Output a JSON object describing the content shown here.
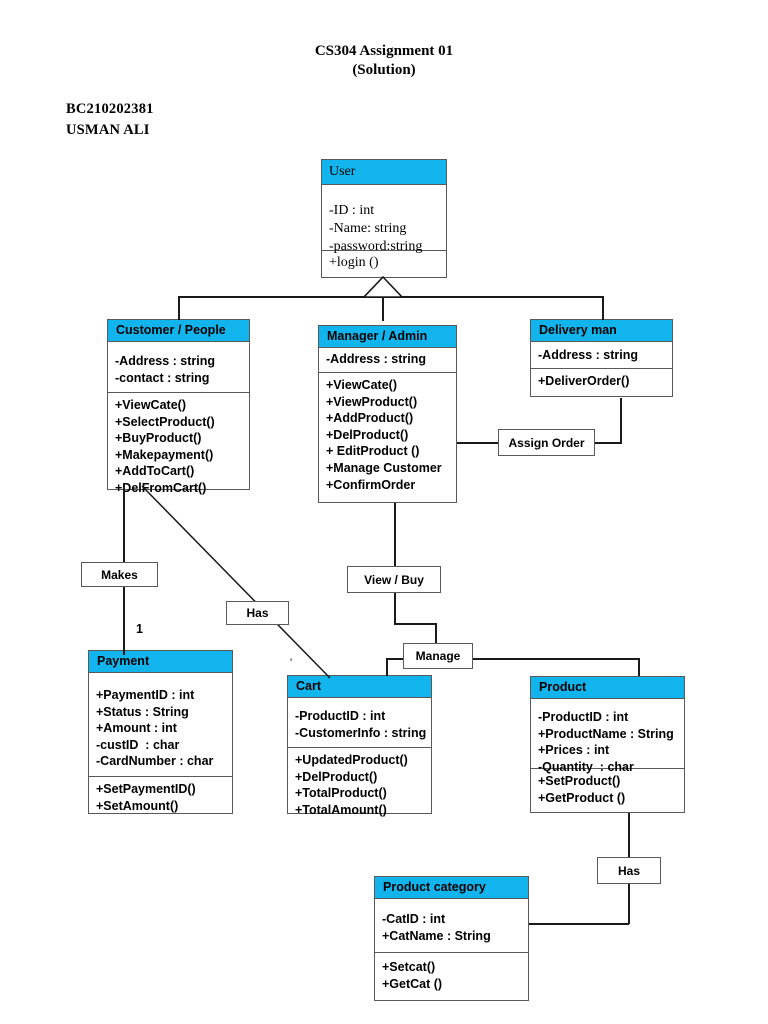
{
  "document": {
    "title_line1": "CS304 Assignment 01",
    "title_line2": "(Solution)",
    "student_id": "BC210202381",
    "student_name": "USMAN ALI"
  },
  "theme": {
    "header_fill": "#11B4EC",
    "box_border": "#595959",
    "line_color": "#1a1a1a",
    "page_background": "#ffffff"
  },
  "classes": {
    "user": {
      "name": "User",
      "attributes": [
        "-ID : int",
        "-Name: string",
        "-password:string"
      ],
      "methods": [
        "+login ()"
      ]
    },
    "customer": {
      "name": "Customer / People",
      "attributes": [
        "-Address : string",
        "-contact : string"
      ],
      "methods": [
        "+ViewCate()",
        "+SelectProduct()",
        "+BuyProduct()",
        "+Makepayment()",
        "+AddToCart()",
        "+DelFromCart()"
      ]
    },
    "manager": {
      "name": "Manager / Admin",
      "attributes": [
        "-Address : string"
      ],
      "methods": [
        "+ViewCate()",
        "+ViewProduct()",
        "+AddProduct()",
        "+DelProduct()",
        "+ EditProduct ()",
        "+Manage Customer",
        "+ConfirmOrder"
      ]
    },
    "delivery": {
      "name": "Delivery man",
      "attributes": [
        "-Address : string"
      ],
      "methods": [
        "+DeliverOrder()"
      ]
    },
    "payment": {
      "name": "Payment",
      "attributes": [
        "+PaymentID : int",
        "+Status : String",
        "+Amount : int",
        "-custID  : char",
        "-CardNumber : char"
      ],
      "methods": [
        "+SetPaymentID()",
        "+SetAmount()"
      ]
    },
    "cart": {
      "name": "Cart",
      "attributes": [
        "-ProductID : int",
        "-CustomerInfo : string"
      ],
      "methods": [
        "+UpdatedProduct()",
        "+DelProduct()",
        "+TotalProduct()",
        "+TotalAmount()"
      ]
    },
    "product": {
      "name": "Product",
      "attributes": [
        "-ProductID : int",
        "+ProductName : String",
        "+Prices : int",
        "-Quantity  : char"
      ],
      "methods": [
        "+SetProduct()",
        "+GetProduct ()"
      ]
    },
    "product_category": {
      "name": "Product category",
      "attributes": [
        "-CatID : int",
        "+CatName : String"
      ],
      "methods": [
        "+Setcat()",
        "+GetCat ()"
      ]
    }
  },
  "associations": {
    "assign_order": "Assign Order",
    "makes": "Makes",
    "has_cart": "Has",
    "view_buy": "View / Buy",
    "manage": "Manage",
    "has_category": "Has"
  },
  "multiplicities": {
    "payment_one": "1",
    "cart_tick": "'"
  }
}
